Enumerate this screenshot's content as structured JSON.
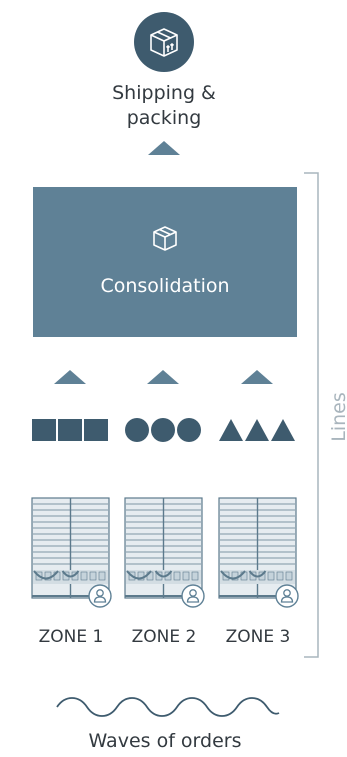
{
  "top": {
    "label_line1": "Shipping &",
    "label_line2": "packing",
    "icon": "box-with-arrows-icon"
  },
  "consolidation": {
    "label": "Consolidation",
    "icon": "box-icon"
  },
  "side_label": "Lines",
  "zones": [
    {
      "label": "ZONE 1",
      "group_shape": "squares"
    },
    {
      "label": "ZONE 2",
      "group_shape": "circles"
    },
    {
      "label": "ZONE 3",
      "group_shape": "triangles"
    }
  ],
  "bottom": {
    "label": "Waves of orders",
    "icon": "wave-icon"
  },
  "colors": {
    "primary": "#5f8196",
    "dark": "#3e5b6e",
    "rack_light": "#c5d3db",
    "rack_dark": "#5c7a8c",
    "bracket": "#a9b5bd",
    "text": "#333a40",
    "white": "#ffffff"
  }
}
